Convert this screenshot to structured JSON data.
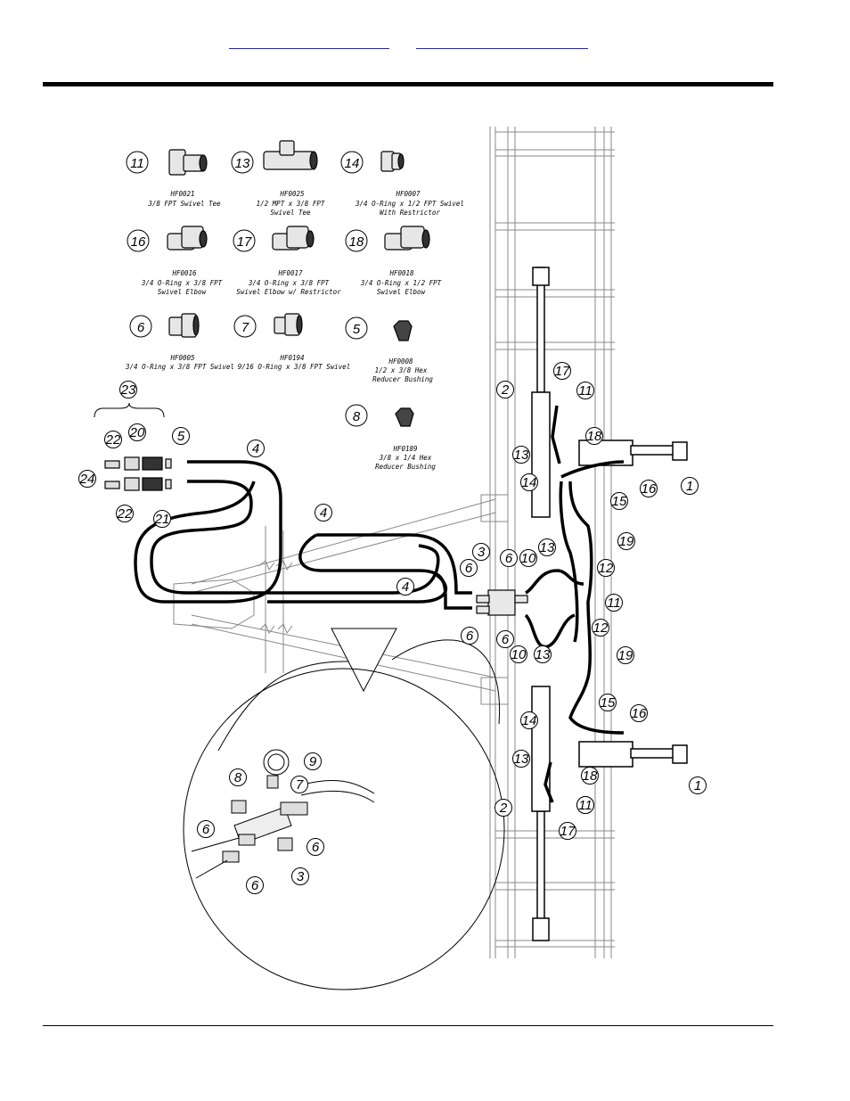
{
  "header": {
    "links": [
      "",
      ""
    ]
  },
  "catalog": [
    {
      "num": "11",
      "part": "HF0021",
      "desc": [
        "3/8 FPT Swivel Tee"
      ]
    },
    {
      "num": "13",
      "part": "HF0025",
      "desc": [
        "1/2 MPT x 3/8 FPT",
        "Swivel Tee"
      ]
    },
    {
      "num": "14",
      "part": "HF0007",
      "desc": [
        "3/4 O-Ring x 1/2 FPT Swivel",
        "With Restrictor"
      ]
    },
    {
      "num": "16",
      "part": "HF0016",
      "desc": [
        "3/4 O-Ring x 3/8 FPT",
        "Swivel Elbow"
      ]
    },
    {
      "num": "17",
      "part": "HF0017",
      "desc": [
        "3/4 O-Ring x 3/8 FPT",
        "Swivel Elbow w/ Restrictor"
      ]
    },
    {
      "num": "18",
      "part": "HF0018",
      "desc": [
        "3/4 O-Ring x 1/2 FPT",
        "Swivel Elbow"
      ]
    },
    {
      "num": "6",
      "part": "HF0005",
      "desc": [
        "3/4 O-Ring x 3/8 FPT Swivel"
      ]
    },
    {
      "num": "7",
      "part": "HF0194",
      "desc": [
        "9/16 O-Ring x 3/8 FPT Swivel"
      ]
    },
    {
      "num": "5",
      "part": "HF0008",
      "desc": [
        "1/2 x 3/8 Hex",
        "Reducer Bushing"
      ]
    },
    {
      "num": "8",
      "part": "HF0189",
      "desc": [
        "3/8 x 1/4 Hex",
        "Reducer Bushing"
      ]
    }
  ],
  "callouts": [
    "23",
    "22",
    "20",
    "5",
    "24",
    "22",
    "21",
    "4",
    "4",
    "4",
    "3",
    "6",
    "6",
    "6",
    "6",
    "10",
    "10",
    "2",
    "17",
    "11",
    "18",
    "1",
    "13",
    "16",
    "14",
    "15",
    "13",
    "19",
    "12",
    "11",
    "12",
    "19",
    "13",
    "15",
    "16",
    "14",
    "13",
    "18",
    "1",
    "11",
    "2",
    "11",
    "17",
    "9",
    "8",
    "7",
    "6",
    "6",
    "6",
    "3"
  ]
}
